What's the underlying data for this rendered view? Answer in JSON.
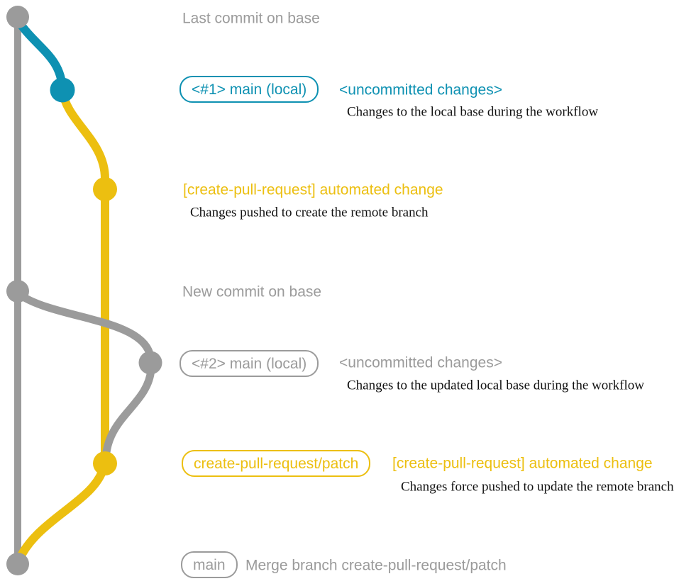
{
  "colors": {
    "gray": "#9b9b9b",
    "blue": "#0e91b2",
    "yellow": "#ecbf10",
    "ink": "#111111",
    "bg": "#ffffff"
  },
  "graph": {
    "base_branch_color": "#9b9b9b",
    "local_changes_branch_color": "#0e91b2",
    "remote_branch_color": "#ecbf10",
    "commit_count": 7
  },
  "annotations": {
    "commit1": {
      "text": "Last commit on base"
    },
    "commit2": {
      "badge": "<#1> main (local)",
      "note": "<uncommitted changes>",
      "desc": "Changes to the local base during the workflow"
    },
    "commit3": {
      "label": "[create-pull-request] automated change",
      "desc": "Changes pushed to create the remote branch"
    },
    "commit4": {
      "text": "New commit on base"
    },
    "commit5": {
      "badge": "<#2> main (local)",
      "note": "<uncommitted changes>",
      "desc": "Changes to the updated local base during the workflow"
    },
    "commit6": {
      "badge": "create-pull-request/patch",
      "label": "[create-pull-request] automated change",
      "desc": "Changes force pushed to update the remote branch"
    },
    "commit7": {
      "badge": "main",
      "label": "Merge branch create-pull-request/patch"
    }
  }
}
